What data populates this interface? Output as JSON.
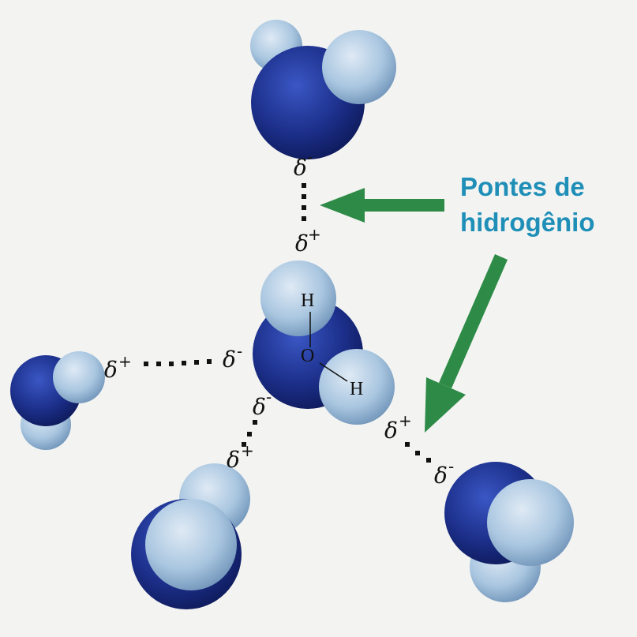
{
  "label": {
    "line1": "Pontes de",
    "line2": "hidrogênio"
  },
  "central_molecule": {
    "oxygen": "O",
    "hydrogen_top": "H",
    "hydrogen_right": "H"
  },
  "charges": {
    "delta": "δ",
    "minus": "-",
    "plus": "+"
  },
  "colors": {
    "oxygen": "#1c2f8a",
    "hydrogen": "#a9c6e0",
    "arrow": "#2e8b47",
    "label": "#1f8fb8",
    "background": "#f3f4f2"
  }
}
